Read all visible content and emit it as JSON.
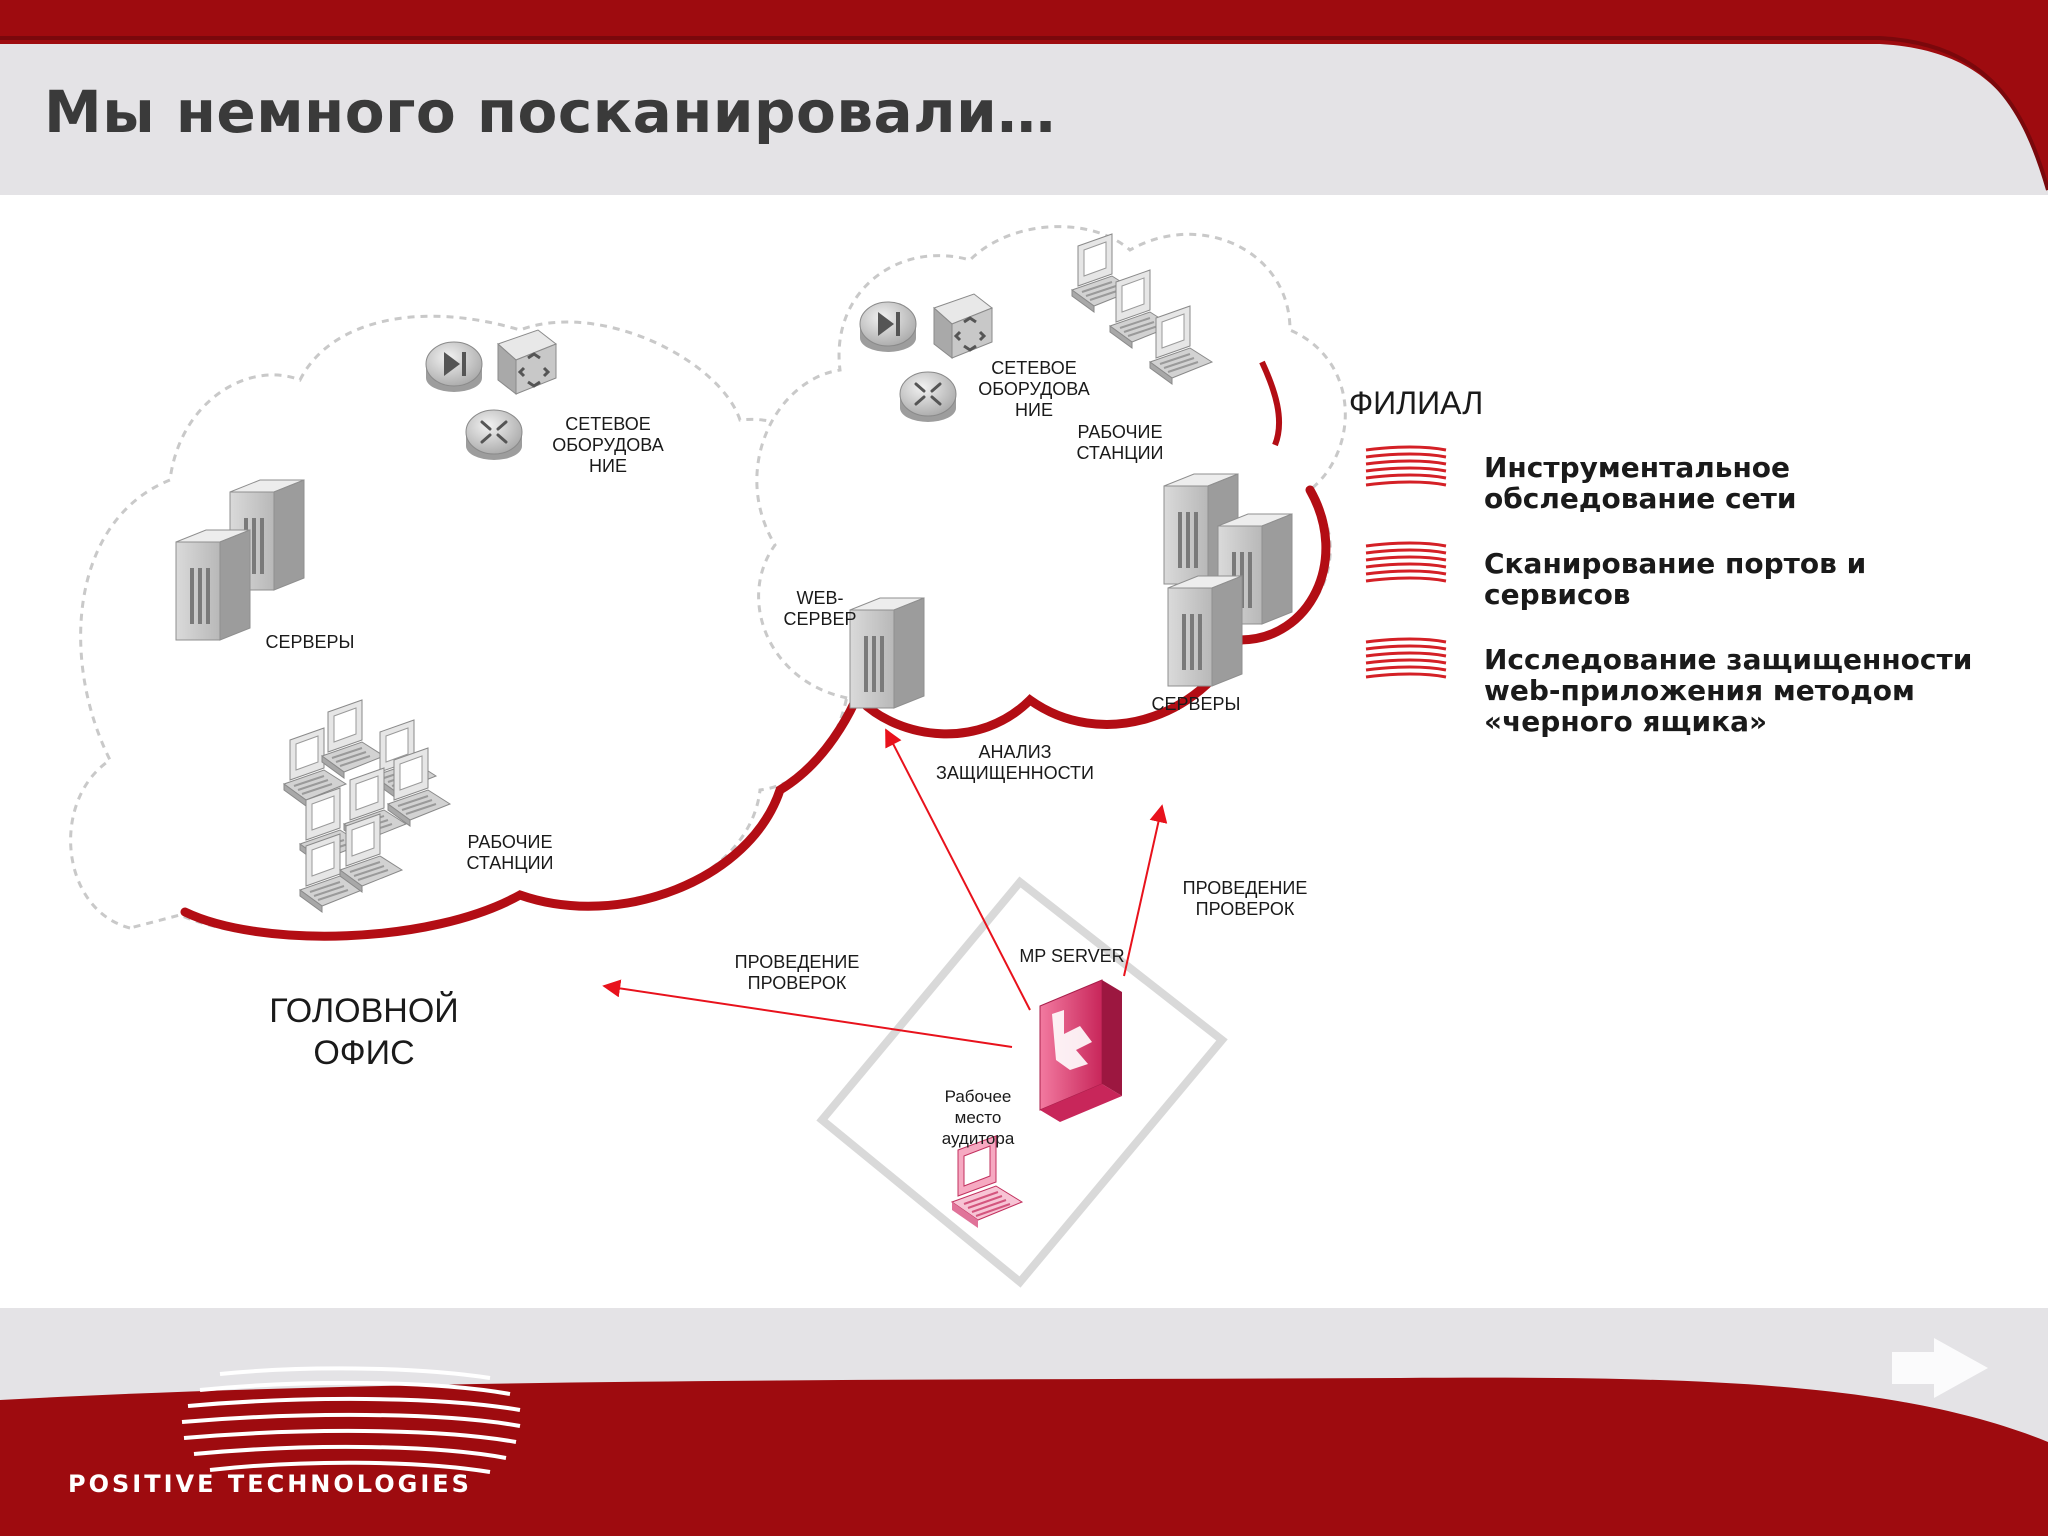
{
  "slide": {
    "title": "Мы немного посканировали…",
    "colors": {
      "brand_red": "#9e0b0f",
      "accent_red": "#d8141c",
      "title_grey": "#3a3a3a",
      "band_grey": "#e4e3e6",
      "icon_pink": "#e03a6e"
    }
  },
  "head_office": {
    "name": "ГОЛОВНОЙ\nОФИС",
    "network_label": "СЕТЕВОЕ\nОБОРУДОВА\nНИЕ",
    "servers_label": "СЕРВЕРЫ",
    "workstations_label": "РАБОЧИЕ\nСТАНЦИИ"
  },
  "branch": {
    "name": "ФИЛИАЛ",
    "network_label": "СЕТЕВОЕ\nОБОРУДОВА\nНИЕ",
    "workstations_label": "РАБОЧИЕ\nСТАНЦИИ",
    "web_server_label": "WEB-\nСЕРВЕР",
    "servers_label": "СЕРВЕРЫ"
  },
  "auditor": {
    "server_label": "MP SERVER",
    "workplace_label": "Рабочее\nместо\nаудитора"
  },
  "arrows": {
    "to_head_office": "ПРОВЕДЕНИЕ\nПРОВЕРОК",
    "to_branch": "ПРОВЕДЕНИЕ\nПРОВЕРОК",
    "to_web_server": "АНАЛИЗ\nЗАЩИЩЕННОСТИ"
  },
  "legend": [
    {
      "text": "Инструментальное\nобследование сети",
      "icon": "red-stripes-icon"
    },
    {
      "text": "Сканирование портов и\nсервисов",
      "icon": "red-stripes-icon"
    },
    {
      "text": "Исследование защищенности\nweb-приложения методом\n«черного ящика»",
      "icon": "red-stripes-icon"
    }
  ],
  "footer": {
    "logo_text": "POSITIVE  TECHNOLOGIES",
    "next_icon": "next-arrow-icon"
  }
}
